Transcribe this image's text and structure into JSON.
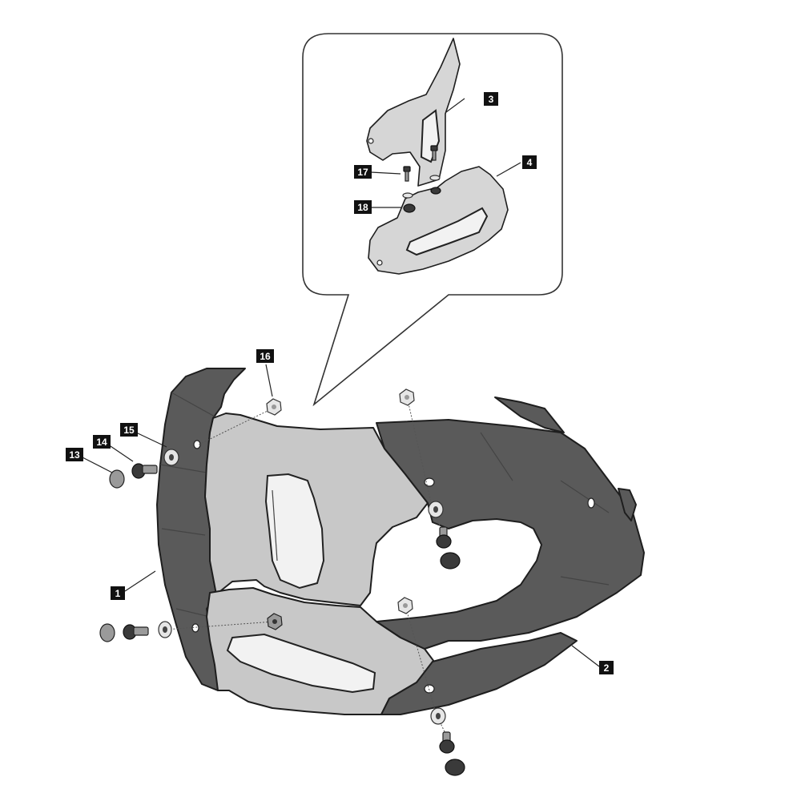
{
  "callouts": {
    "c1": "1",
    "c2": "2",
    "c3": "3",
    "c4": "4",
    "c13": "13",
    "c14": "14",
    "c15": "15",
    "c16": "16",
    "c17": "17",
    "c18": "18"
  },
  "colors": {
    "plate": "#c8c8c8",
    "panel": "#5a5a5a",
    "label_bg": "#111111",
    "label_text": "#ffffff"
  }
}
